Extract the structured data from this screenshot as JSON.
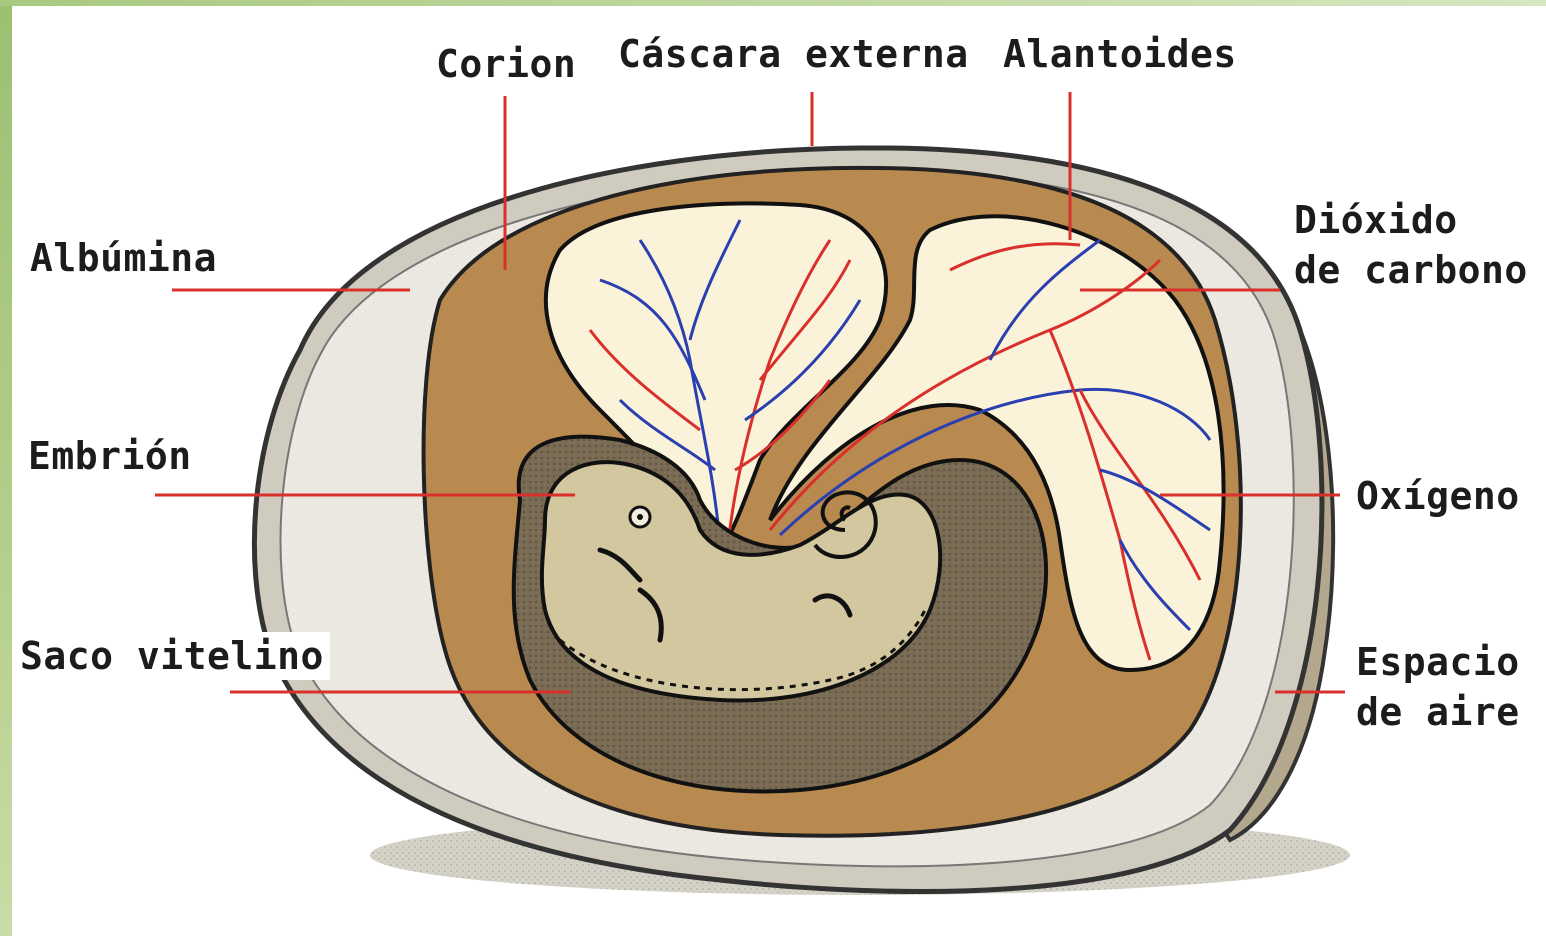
{
  "diagram": {
    "labels": {
      "corion": "Corion",
      "cascara_externa": "Cáscara externa",
      "alantoides": "Alantoides",
      "albumina": "Albúmina",
      "dioxido_line1": "Dióxido",
      "dioxido_line2": "de carbono",
      "embrion": "Embrión",
      "oxigeno": "Oxígeno",
      "saco_vitelino": "Saco vitelino",
      "espacio_line1": "Espacio",
      "espacio_line2": "de aire"
    },
    "colors": {
      "shell": "#d9d6cb",
      "albumin": "#e8e6dd",
      "chorion": "#b98a4f",
      "allantois": "#fbf3d9",
      "yolk_sac": "#6e624d",
      "embryo": "#d2c79e",
      "air_space": "#b3a88e",
      "leader_line": "#d9302c",
      "vessel_red": "#d9302c",
      "vessel_blue": "#2a3fb0"
    }
  }
}
